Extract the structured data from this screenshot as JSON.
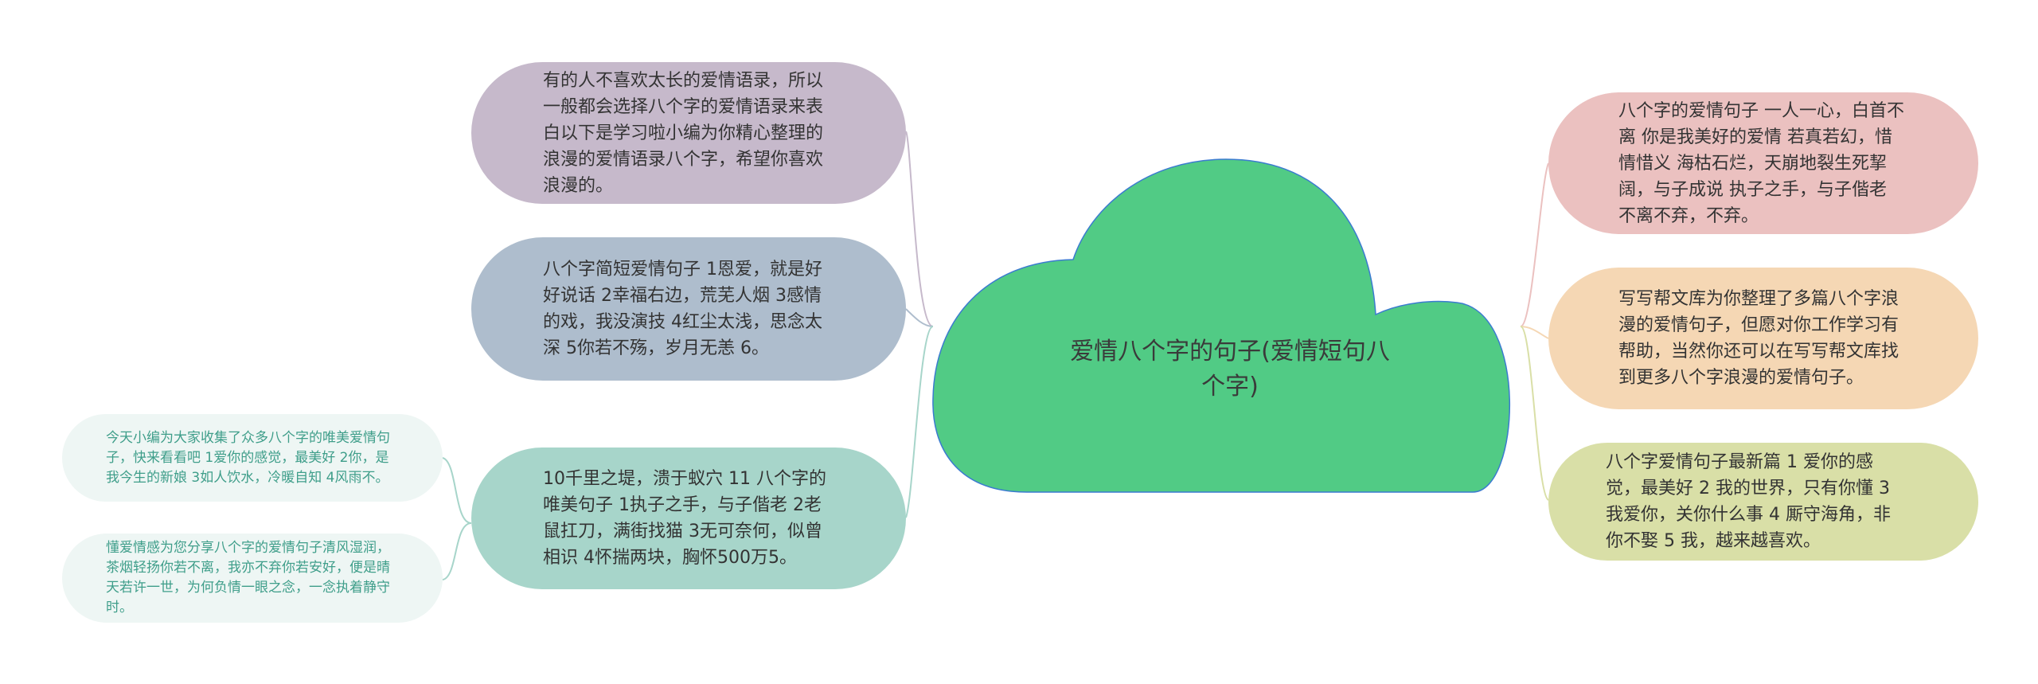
{
  "mindmap": {
    "center": {
      "text": "爱情八个字的句子(爱情短句八个字)",
      "fill": "#51cb85",
      "stroke": "#3b7bd0"
    },
    "left_branches": [
      {
        "text": "有的人不喜欢太长的爱情语录，所以一般都会选择八个字的爱情语录来表白以下是学习啦小编为你精心整理的浪漫的爱情语录八个字，希望你喜欢 浪漫的。",
        "color": "#c6b9cb"
      },
      {
        "text": "八个字简短爱情句子 1恩爱，就是好好说话 2幸福右边，荒芜人烟 3感情的戏，我没演技 4红尘太浅，思念太深 5你若不殇，岁月无恙 6。",
        "color": "#aebdcd"
      },
      {
        "text": "10千里之堤，溃于蚁穴 11 八个字的唯美句子 1执子之手，与子偕老 2老鼠扛刀，满街找猫 3无可奈何，似曾相识 4怀揣两块，胸怀500万5。",
        "color": "#a7d5ca"
      }
    ],
    "leaf_nodes": [
      {
        "text": "今天小编为大家收集了众多八个字的唯美爱情句子，快来看看吧 1爱你的感觉，最美好 2你，是我今生的新娘 3如人饮水，冷暖自知 4风雨不。",
        "color": "#eef6f4"
      },
      {
        "text": "懂爱情感为您分享八个字的爱情句子清风湿润，茶烟轻扬你若不离，我亦不弃你若安好，便是晴天若许一世，为何负情一眼之念，一念执着静守时。",
        "color": "#eef6f4"
      }
    ],
    "right_branches": [
      {
        "text": "八个字的爱情句子 一人一心，白首不离 你是我美好的爱情 若真若幻，惜情惜义 海枯石烂，天崩地裂生死挈阔，与子成说 执子之手，与子偕老 不离不弃，不弃。",
        "color": "#ebc1c0"
      },
      {
        "text": "写写帮文库为你整理了多篇八个字浪漫的爱情句子，但愿对你工作学习有帮助，当然你还可以在写写帮文库找到更多八个字浪漫的爱情句子。",
        "color": "#f5d7b4"
      },
      {
        "text": "八个字爱情句子最新篇 1 爱你的感觉，最美好 2 我的世界，只有你懂 3 我爱你，关你什么事 4 厮守海角，非你不娶 5 我，越来越喜欢。",
        "color": "#d9dfa7"
      }
    ]
  }
}
